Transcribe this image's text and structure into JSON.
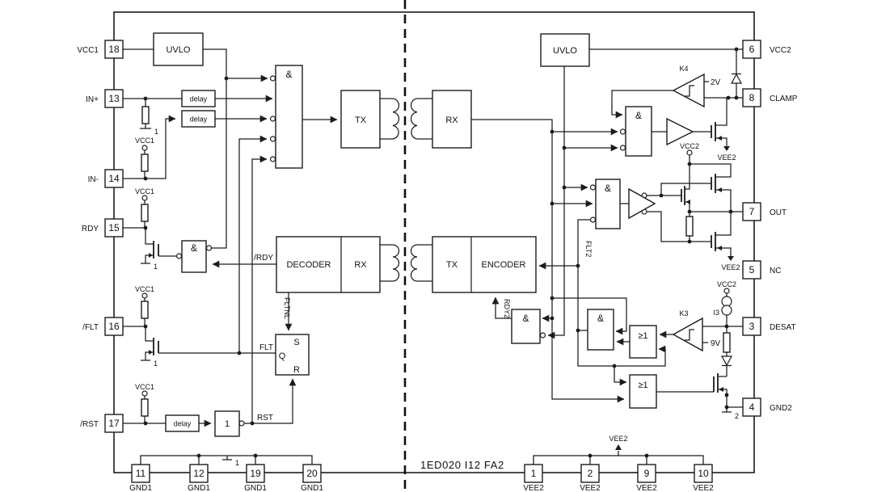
{
  "part_number": "1ED020 I12 FA2",
  "rails": {
    "vcc1": "VCC1",
    "vcc2": "VCC2",
    "vee2": "VEE2",
    "gnd1_id": "1",
    "gnd2_id": "2"
  },
  "pins": {
    "left": [
      {
        "num": "18",
        "name": "VCC1"
      },
      {
        "num": "13",
        "name": "IN+"
      },
      {
        "num": "14",
        "name": "IN-"
      },
      {
        "num": "15",
        "name": "RDY"
      },
      {
        "num": "16",
        "name": "/FLT"
      },
      {
        "num": "17",
        "name": "/RST"
      }
    ],
    "right": [
      {
        "num": "6",
        "name": "VCC2"
      },
      {
        "num": "8",
        "name": "CLAMP"
      },
      {
        "num": "7",
        "name": "OUT"
      },
      {
        "num": "5",
        "name": "NC"
      },
      {
        "num": "3",
        "name": "DESAT"
      },
      {
        "num": "4",
        "name": "GND2"
      }
    ],
    "bottom_left": [
      {
        "num": "11",
        "name": "GND1"
      },
      {
        "num": "12",
        "name": "GND1"
      },
      {
        "num": "19",
        "name": "GND1"
      },
      {
        "num": "20",
        "name": "GND1"
      }
    ],
    "bottom_right": [
      {
        "num": "1",
        "name": "VEE2"
      },
      {
        "num": "2",
        "name": "VEE2"
      },
      {
        "num": "9",
        "name": "VEE2"
      },
      {
        "num": "10",
        "name": "VEE2"
      }
    ]
  },
  "blocks": {
    "uvlo": "UVLO",
    "tx": "TX",
    "rx": "RX",
    "decoder": "DECODER",
    "encoder": "ENCODER",
    "delay": "delay",
    "mono": "1"
  },
  "gates": {
    "and": "&",
    "or": "≥1"
  },
  "latch": {
    "s": "S",
    "q": "Q",
    "r": "R"
  },
  "comparators": {
    "k4": {
      "name": "K4",
      "ref": "2V"
    },
    "k3": {
      "name": "K3",
      "ref": "9V"
    }
  },
  "current_source": {
    "name": "I3"
  },
  "signals": {
    "rdy_n": "/RDY",
    "fltnl": "FLTNL",
    "flt": "FLT",
    "rst": "RST",
    "flt2": "FLT2",
    "rdy2": "RDY2"
  }
}
